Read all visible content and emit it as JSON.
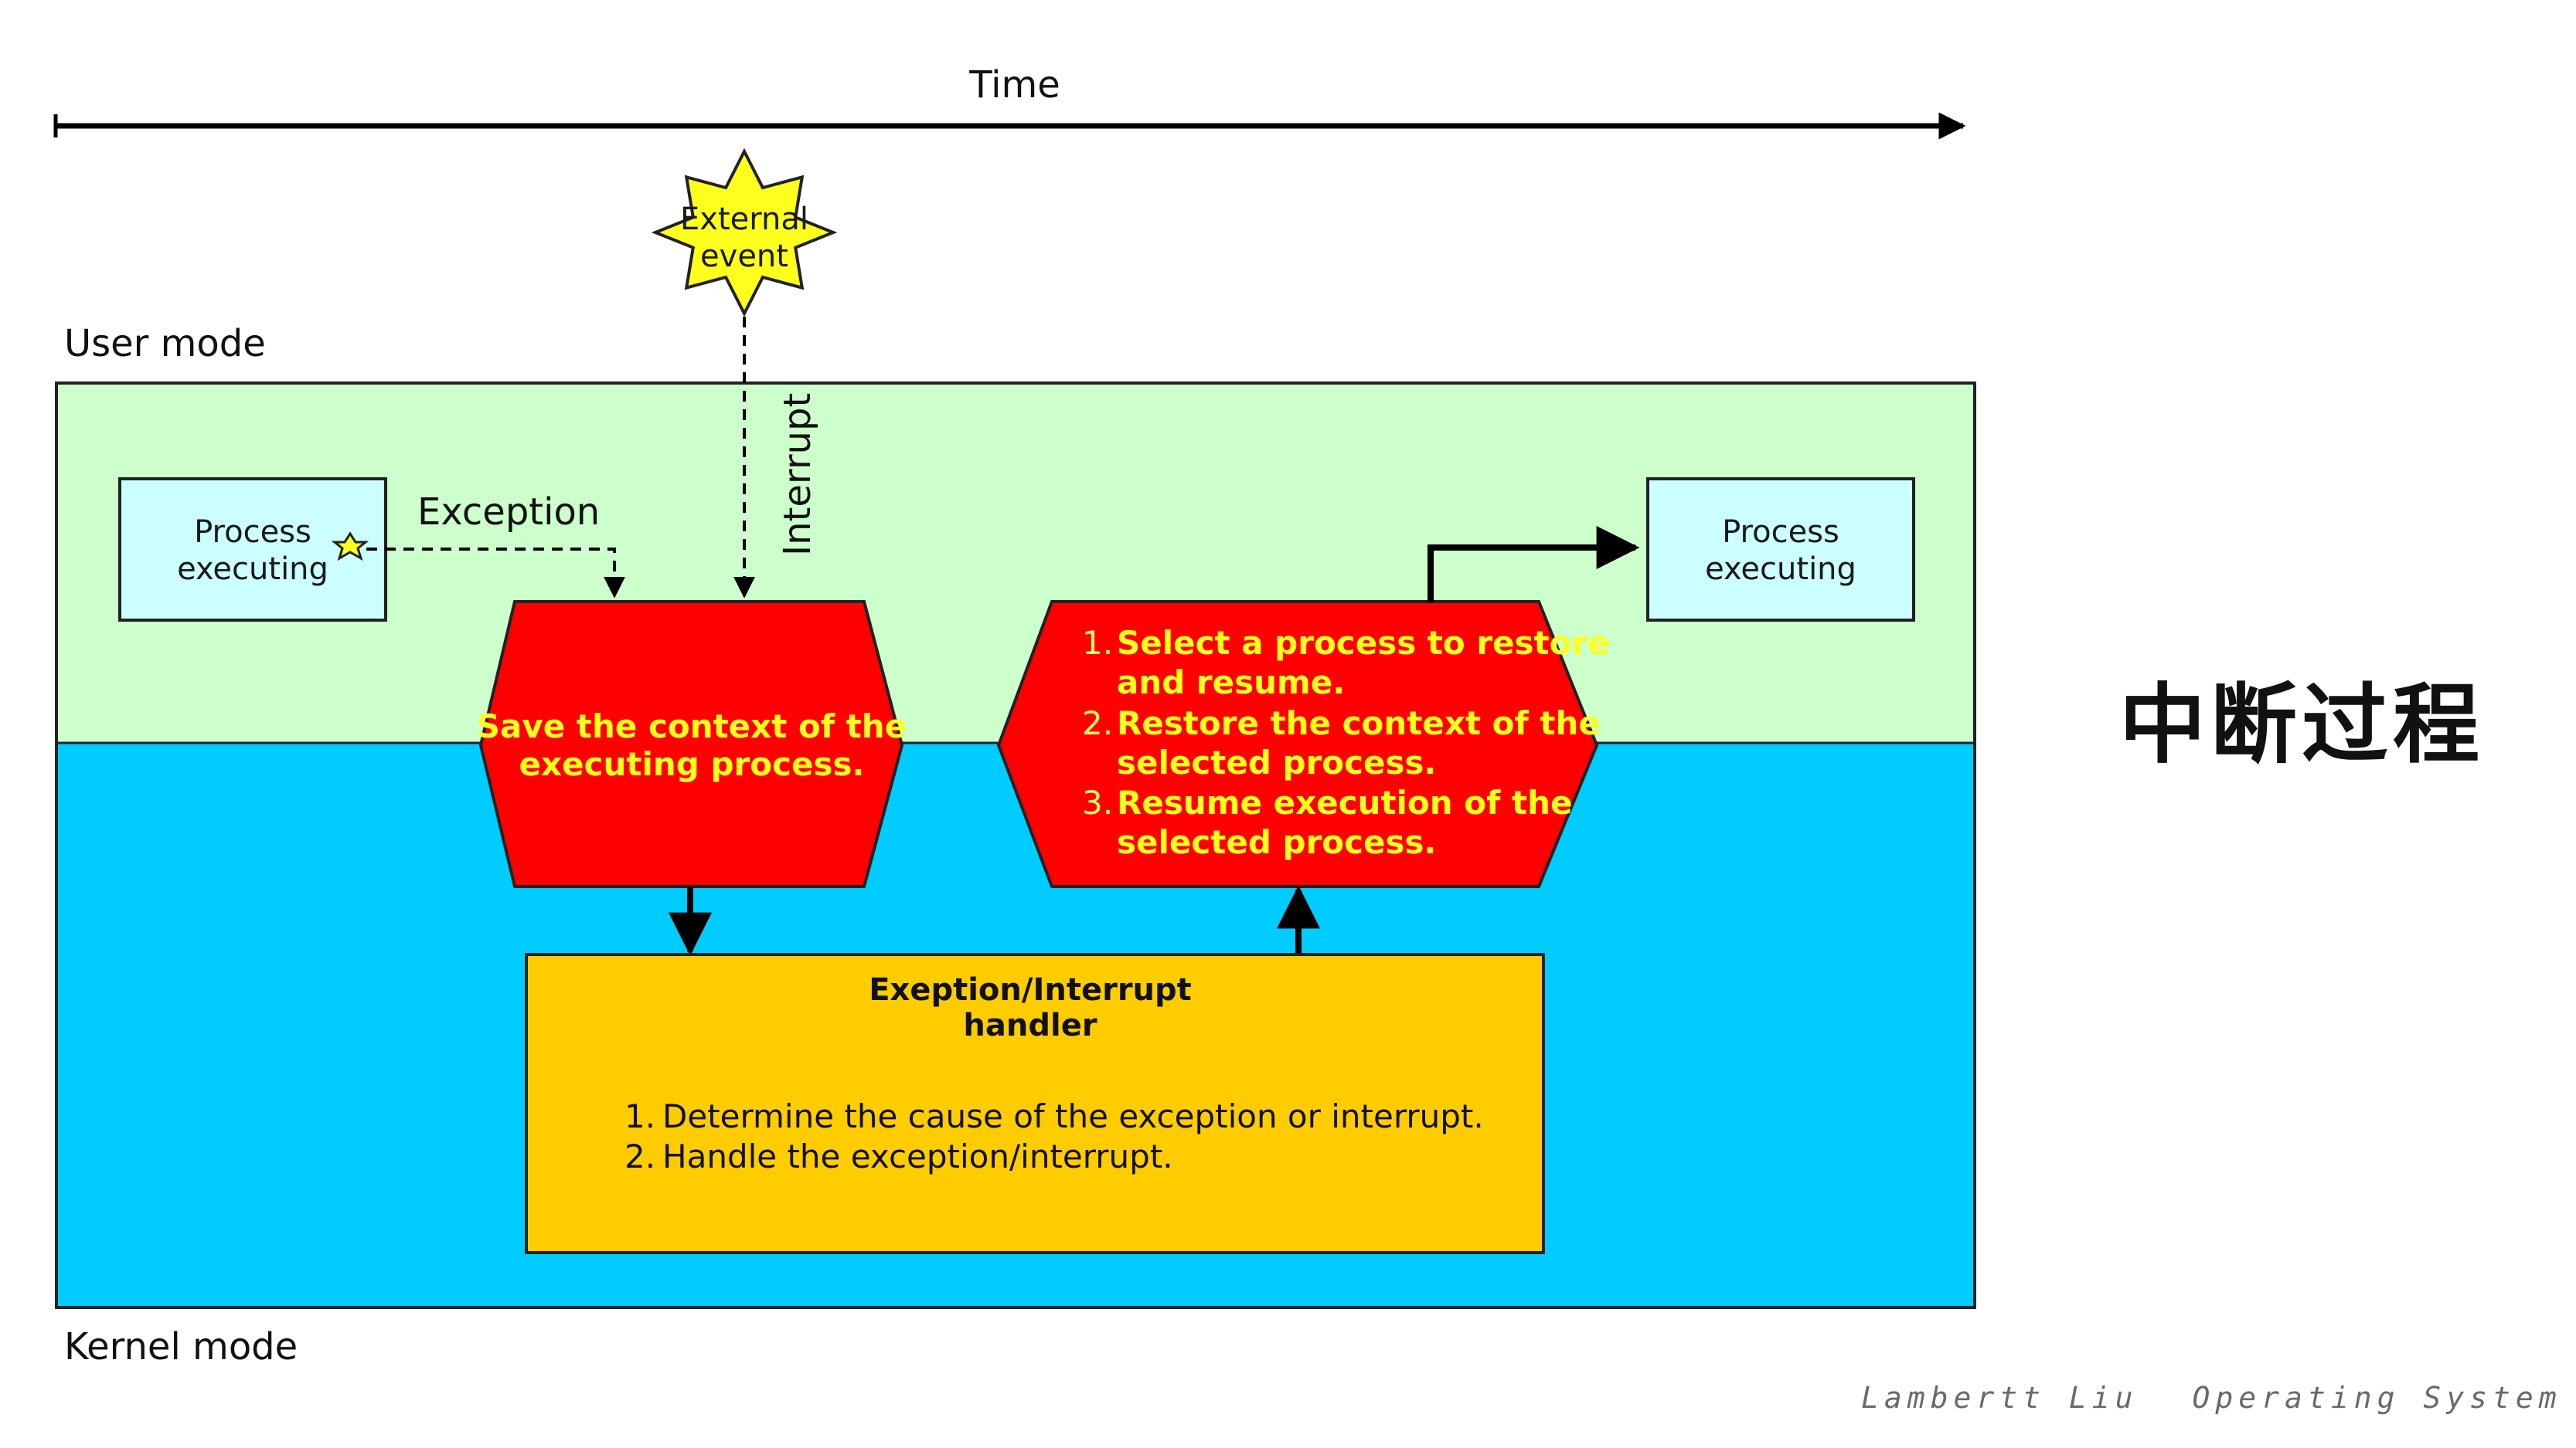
{
  "diagram": {
    "time_label": "Time",
    "external_event_label_line1": "External",
    "external_event_label_line2": "event",
    "user_mode_label": "User mode",
    "kernel_mode_label": "Kernel mode",
    "process_left": {
      "line1": "Process",
      "line2": "executing"
    },
    "process_right": {
      "line1": "Process",
      "line2": "executing"
    },
    "exception_label": "Exception",
    "interrupt_label": "Interrupt",
    "save_context": {
      "line1": "Save the context of the",
      "line2": "executing process."
    },
    "restore_steps": [
      {
        "num": "1.",
        "line1": "Select a process to restore",
        "line2": "and resume."
      },
      {
        "num": "2.",
        "line1": "Restore the context of the",
        "line2": "selected process."
      },
      {
        "num": "3.",
        "line1": "Resume execution of the",
        "line2": "selected process."
      }
    ],
    "handler": {
      "title_line1": "Exeption/Interrupt",
      "title_line2": "handler",
      "steps": [
        {
          "num": "1.",
          "text": "Determine the cause of the exception or interrupt."
        },
        {
          "num": "2.",
          "text": "Handle the exception/interrupt."
        }
      ]
    },
    "colors": {
      "user_mode_bg": "#ccffcc",
      "kernel_mode_bg": "#00ccff",
      "process_box_bg": "#ccffff",
      "hexagon_fill": "#ff0000",
      "hexagon_text": "#ffff1e",
      "handler_fill": "#ffcc00",
      "external_event_fill": "#ffff1e"
    }
  },
  "slide_title": "中断过程",
  "footer": {
    "author": "Lambertt Liu",
    "course": "Operating System"
  }
}
